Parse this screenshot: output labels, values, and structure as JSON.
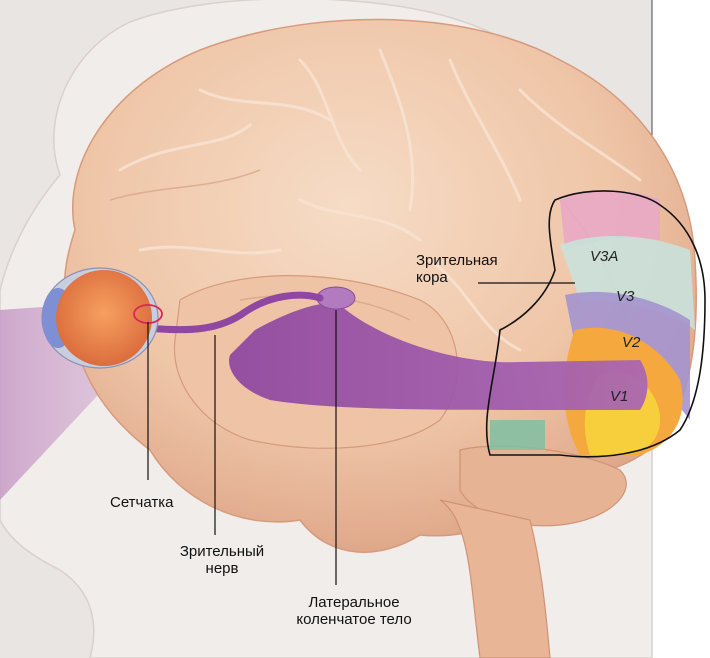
{
  "labels": {
    "visual_cortex": [
      "Зрительная",
      "кора"
    ],
    "retina": "Сетчатка",
    "optic_nerve": [
      "Зрительный",
      "нерв"
    ],
    "lgn": [
      "Латеральное",
      "коленчатое тело"
    ]
  },
  "areas": [
    "V3A",
    "V3",
    "V2",
    "V1"
  ],
  "colors": {
    "background": "#e9e6e3",
    "panel": "#ffffff",
    "brain": "#f1c9ad",
    "brain_shadow": "#dfa98c",
    "pathway": "#9c55a8",
    "eye_iris": "#f08a4a",
    "eye_lens": "#7f8fd4",
    "visual_field": "#c9a7c9",
    "v1": "#f7cf3c",
    "v2": "#f4a83d",
    "v3": "#a493cf",
    "v3a": "#c9e1dc",
    "pink": "#e8a9c4"
  }
}
